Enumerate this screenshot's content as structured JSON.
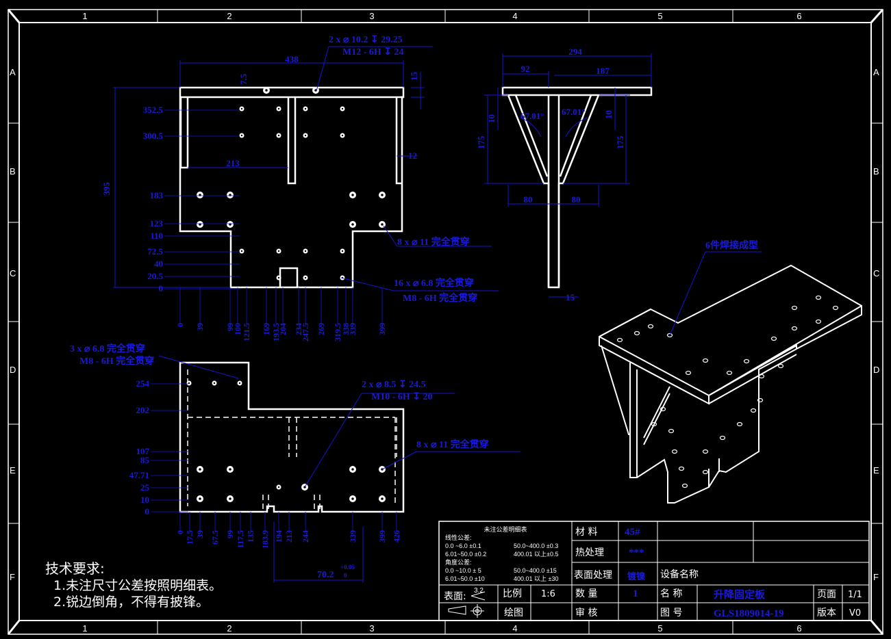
{
  "colors": {
    "background": "#000000",
    "geometry": "#ffffff",
    "dimension": "#1414d2",
    "dim_text": "#1a1ad8"
  },
  "frame": {
    "cols": [
      "1",
      "2",
      "3",
      "4",
      "5",
      "6"
    ],
    "rows": [
      "A",
      "B",
      "C",
      "D",
      "E",
      "F"
    ]
  },
  "top_view": {
    "overall": "438",
    "h_left": "395",
    "thk": "15",
    "small": "7.5",
    "wall": "12",
    "w213": "213",
    "note1a": "2 x ⌀ 10.2 ↧ 29.25",
    "note1b": "M12 - 6H ↧ 24",
    "note2a": "8 x ⌀ 11 完全贯穿",
    "note3a": "16 x ⌀ 6.8 完全贯穿",
    "note3b": "M8 - 6H 完全贯穿",
    "ydims": [
      "352.5",
      "300.5",
      "183",
      "123",
      "110",
      "72.5",
      "40",
      "20.5",
      "0"
    ],
    "xdims": [
      "0",
      "39",
      "99",
      "100",
      "121.5",
      "169",
      "193.5",
      "204",
      "234",
      "247.5",
      "269",
      "319.5",
      "338",
      "339",
      "399"
    ]
  },
  "side_view": {
    "overall": "294",
    "d92": "92",
    "d187": "187",
    "ang1": "67.01°",
    "ang2": "67.01°",
    "t10a": "10",
    "t10b": "10",
    "h175a": "175",
    "h175b": "175",
    "d80a": "80",
    "d80b": "80",
    "d15": "15"
  },
  "bottom_view": {
    "note1a": "3 x ⌀ 6.8 完全贯穿",
    "note1b": "M8 - 6H 完全贯穿",
    "note2a": "2 x ⌀ 8.5 ↧ 24.5",
    "note2b": "M10 - 6H ↧ 20",
    "note3a": "8 x ⌀ 11 完全贯穿",
    "ydims": [
      "254",
      "202",
      "107",
      "85",
      "47.71",
      "25",
      "10",
      "0"
    ],
    "xdims": [
      "0",
      "17.5",
      "39",
      "67.5",
      "99",
      "117.5",
      "135",
      "183.9",
      "194",
      "213",
      "244",
      "339",
      "399",
      "426"
    ],
    "chamfer": "70.2",
    "tol_up": "+0.05",
    "tol_dn": "0"
  },
  "iso_label": "6件焊接成型",
  "tech": {
    "title": "技术要求:",
    "items": [
      "1.未注尺寸公差按照明细表。",
      "2.锐边倒角，不得有披锋。"
    ]
  },
  "tolerance": {
    "title": "未注公差明细表",
    "linear_label": "线性公差:",
    "linear": [
      [
        "0.0 ~6.0 ±0.1",
        "50.0~400.0 ±0.3"
      ],
      [
        "6.01~50.0 ±0.2",
        "400.01 以上±0.5"
      ]
    ],
    "angle_label": "角度公差:",
    "angle": [
      [
        "0.0 ~10.0 ± 5",
        "50.0~400.0 ±15"
      ],
      [
        "6.01~50.0 ±10",
        "400.01 以上 ±30"
      ]
    ]
  },
  "titleblock": {
    "material_label": "材  料",
    "material": "45#",
    "heat_label": "热处理",
    "heat": "***",
    "surface_label": "表面处理",
    "surface": "镀镍",
    "qty_label": "数  量",
    "qty": "1",
    "review_label": "审  核",
    "equip_label": "设备名称",
    "name_label": "名  称",
    "name": "升降固定板",
    "drawno_label": "图  号",
    "drawno": "GLS1809014-19",
    "page_label": "页面",
    "page": "1/1",
    "ver_label": "版本",
    "ver": "V0",
    "roughness_label": "表面:",
    "roughness": "3.2",
    "scale_label": "比例",
    "scale": "1:6",
    "draw_label": "绘图"
  }
}
